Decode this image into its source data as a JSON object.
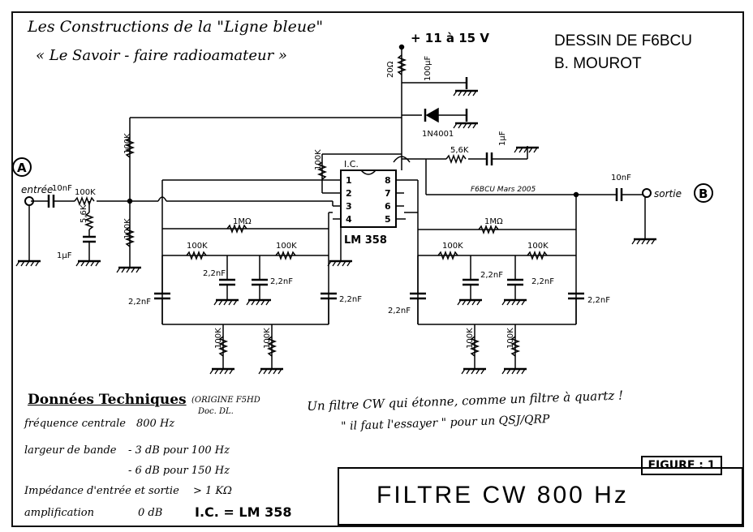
{
  "header": {
    "line1": "Les Constructions de la \"Ligne bleue\"",
    "line2": "« Le Savoir - faire radioamateur »"
  },
  "author": {
    "line1": "DESSIN DE F6BCU",
    "line2": "B. MOUROT"
  },
  "supply": "+ 11 à 15 V",
  "ic": {
    "label": "I.C.",
    "part": "LM 358",
    "pins": [
      "1",
      "2",
      "3",
      "4",
      "8",
      "7",
      "6",
      "5"
    ]
  },
  "signature": "F6BCU Mars 2005",
  "nodes": {
    "a": "A",
    "b": "B",
    "input": "entrée",
    "output": "sortie"
  },
  "components": {
    "r_supply": "20Ω",
    "c_supply": "100µF",
    "diode": "1N4001",
    "r_5k6_top": "5,6K",
    "c_1uf_top": "1µF",
    "r_100k_bias_top": "100K",
    "r_100k_bias_bot": "100K",
    "r_100k_fb": "100K",
    "c_in": "10nF",
    "r_in": "100K",
    "r_5k6_in": "5,6K",
    "c_in_bypass": "1µF",
    "c_out": "10nF",
    "stage1": {
      "r_fb": "1MΩ",
      "r_left": "100K",
      "r_right": "100K",
      "c_left": "2,2nF",
      "c_mid1": "2,2nF",
      "c_mid2": "2,2nF",
      "c_right": "2,2nF",
      "r_gnd1": "100K",
      "r_gnd2": "100K"
    },
    "stage2": {
      "r_fb": "1MΩ",
      "r_left": "100K",
      "r_right": "100K",
      "c_left": "2,2nF",
      "c_mid1": "2,2nF",
      "c_mid2": "2,2nF",
      "c_right": "2,2nF",
      "r_gnd1": "100K",
      "r_gnd2": "100K"
    }
  },
  "specs": {
    "title": "Données Techniques",
    "origin_line1": "(ORIGINE F5HD",
    "origin_line2": "Doc. DL.",
    "rows": [
      {
        "label": "fréquence centrale",
        "value": "800 Hz"
      },
      {
        "label": "largeur de bande",
        "value": "- 3 dB   pour 100 Hz"
      },
      {
        "label": "",
        "value": "- 6 dB   pour 150 Hz"
      },
      {
        "label": "Impédance d'entrée et sortie",
        "value": "> 1 KΩ"
      },
      {
        "label": "amplification",
        "value": "0 dB"
      }
    ],
    "ic_note": "I.C. = LM 358"
  },
  "comment": {
    "line1": "Un filtre CW qui étonne, comme un filtre à quartz !",
    "line2": "\" il faut l'essayer \" pour un QSJ/QRP"
  },
  "figure_label": "FIGURE : 1",
  "main_title": "FILTRE CW 800 Hz"
}
